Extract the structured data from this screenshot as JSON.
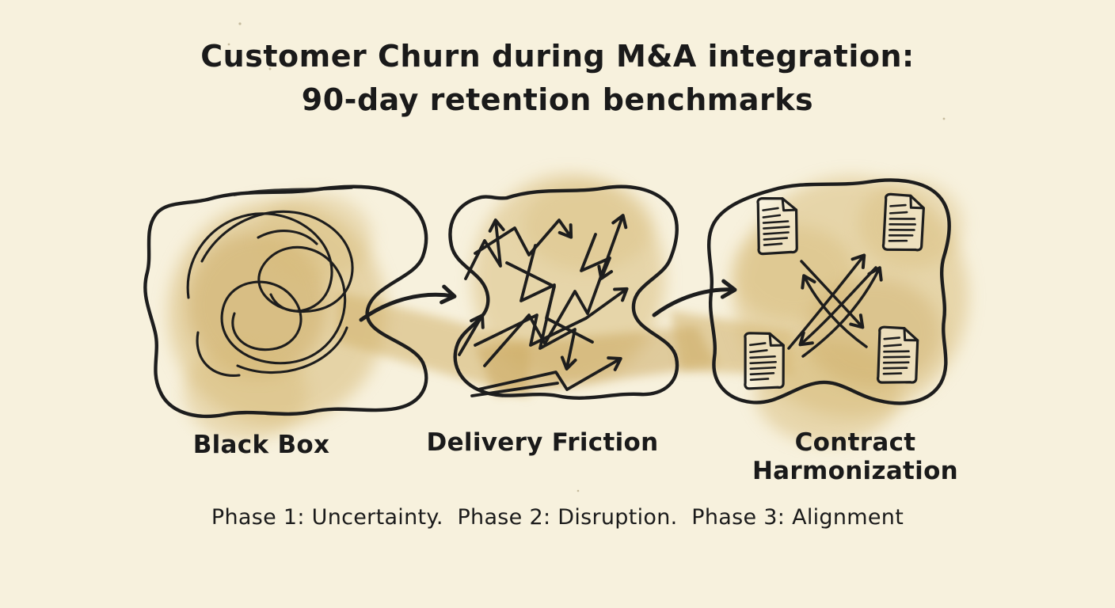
{
  "title": {
    "line1": "Customer Churn during M&A integration:",
    "line2": "90-day retention benchmarks"
  },
  "stages": [
    {
      "label": "Black Box",
      "icon": "tangle-scribble-icon",
      "phase_number": 1,
      "phase_name": "Uncertainty"
    },
    {
      "label": "Delivery Friction",
      "icon": "zigzag-arrows-icon",
      "phase_number": 2,
      "phase_name": "Disruption"
    },
    {
      "label": "Contract Harmonization",
      "icon": "documents-crossing-arrows-icon",
      "phase_number": 3,
      "phase_name": "Alignment"
    }
  ],
  "caption": "Phase 1: Uncertainty.  Phase 2: Disruption.  Phase 3: Alignment",
  "colors": {
    "paper_background": "#f7f1dd",
    "ink": "#1d1d1d",
    "watercolor_wash": "#d8bc7a",
    "watercolor_wash_dark": "#c7a257"
  }
}
